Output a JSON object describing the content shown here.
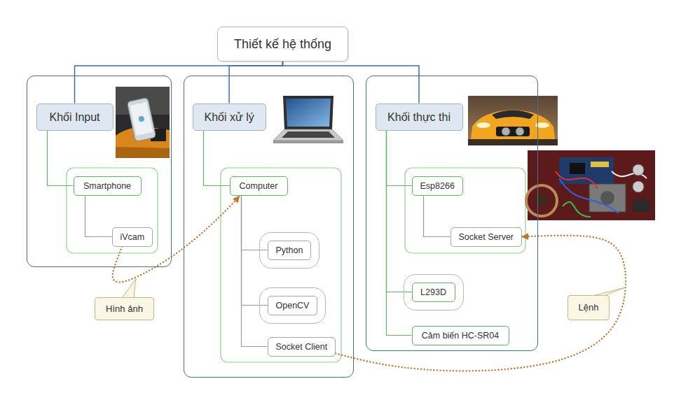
{
  "diagram": {
    "nodes": [
      {
        "text": [
          "Thiết kế hệ thống"
        ]
      },
      {
        "text": [
          "Khối Input"
        ]
      },
      {
        "text": [
          "Smartphone"
        ],
        "in": 1
      },
      {
        "text": [
          "iVcam"
        ],
        "in": 1
      },
      {
        "text": [
          "Khối xử lý"
        ]
      },
      {
        "text": [
          "Computer"
        ],
        "in": 4
      },
      {
        "text": [
          "Python"
        ],
        "in": 4
      },
      {
        "text": [
          "OpenCV"
        ],
        "in": 4
      },
      {
        "text": [
          "Socket Client"
        ],
        "in": 4
      },
      {
        "text": [
          "Khối thực thi"
        ]
      },
      {
        "text": [
          "Esp8266"
        ],
        "in": 9
      },
      {
        "text": [
          "Socket Server"
        ],
        "in": 9
      },
      {
        "text": [
          "L293D"
        ],
        "in": 9
      },
      {
        "text": [
          "Cảm biến HC-SR04"
        ],
        "in": 9
      }
    ],
    "edges": [
      {
        "from": 0,
        "to": 1,
        "arrow": "none"
      },
      {
        "from": 0,
        "to": 4,
        "arrow": "none"
      },
      {
        "from": 0,
        "to": 9,
        "arrow": "none"
      },
      {
        "from": 1,
        "to": 2,
        "arrow": "none"
      },
      {
        "from": 2,
        "to": 3,
        "arrow": "none"
      },
      {
        "from": 4,
        "to": 5,
        "arrow": "none"
      },
      {
        "from": 5,
        "to": 6,
        "arrow": "none"
      },
      {
        "from": 5,
        "to": 7,
        "arrow": "none"
      },
      {
        "from": 5,
        "to": 8,
        "arrow": "none"
      },
      {
        "from": 9,
        "to": 10,
        "arrow": "none"
      },
      {
        "from": 10,
        "to": 11,
        "arrow": "none"
      },
      {
        "from": 9,
        "to": 12,
        "arrow": "none"
      },
      {
        "from": 9,
        "to": 13,
        "arrow": "none"
      },
      {
        "from": 3,
        "to": 5,
        "label": "Hình ảnh",
        "arrow": "to"
      },
      {
        "from": 8,
        "to": 11,
        "label": "Lệnh",
        "arrow": "to"
      }
    ]
  }
}
